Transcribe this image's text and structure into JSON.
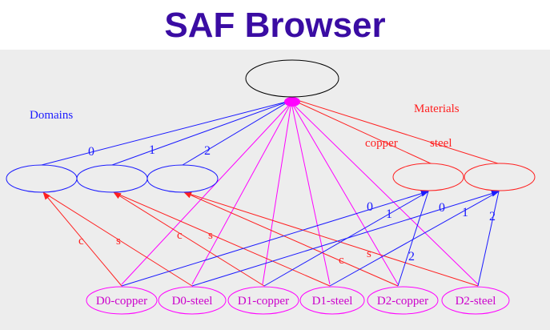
{
  "header": {
    "title": "SAF Browser"
  },
  "diagram": {
    "domains_label": "Domains",
    "materials_label": "Materials",
    "domain_edge_labels": [
      "0",
      "1",
      "2"
    ],
    "material_edge_labels": [
      "copper",
      "steel"
    ],
    "leaves": [
      "D0-copper",
      "D0-steel",
      "D1-copper",
      "D1-steel",
      "D2-copper",
      "D2-steel"
    ],
    "cs_labels": [
      "c",
      "s",
      "c",
      "s",
      "c",
      "s"
    ],
    "index_labels": [
      "0",
      "1",
      "2",
      "0",
      "1",
      "2"
    ],
    "colors": {
      "blue": "#1a1aff",
      "red": "#ff2020",
      "magenta": "#ff00ff",
      "leaf_text": "#cc00cc",
      "title": "#3a0ca3",
      "background": "#ededed"
    }
  }
}
